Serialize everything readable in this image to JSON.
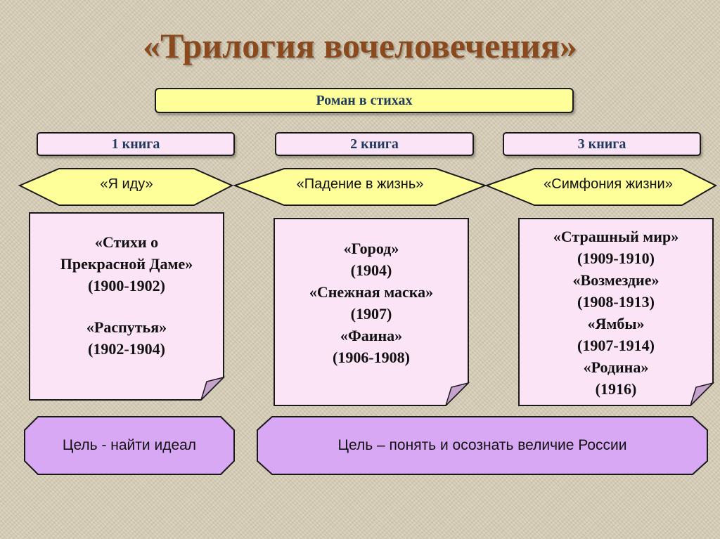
{
  "title": "«Трилогия вочеловечения»",
  "subtitle": "Роман в стихах",
  "books": [
    {
      "label": "1 книга",
      "section": "«Я иду»",
      "works": [
        "«Стихи о",
        "Прекрасной Даме»",
        "(1900-1902)",
        "",
        "«Распутья»",
        "(1902-1904)"
      ]
    },
    {
      "label": "2 книга",
      "section": "«Падение в жизнь»",
      "works": [
        "«Город»",
        "(1904)",
        "«Снежная маска»",
        "(1907)",
        "«Фаина»",
        "(1906-1908)"
      ]
    },
    {
      "label": "3 книга",
      "section": "«Симфония жизни»",
      "works": [
        "«Страшный мир»",
        "(1909-1910)",
        "«Возмездие»",
        "(1908-1913)",
        "«Ямбы»",
        "(1907-1914)",
        "«Родина»",
        "(1916)"
      ]
    }
  ],
  "goals": [
    "Цель - найти идеал",
    "Цель – понять и осознать величие России"
  ],
  "colors": {
    "title": "#8a4a1e",
    "yellow": "#ffff99",
    "pink": "#fce4f7",
    "purple": "#d9a8f5",
    "label_text": "#1f3a5f"
  }
}
